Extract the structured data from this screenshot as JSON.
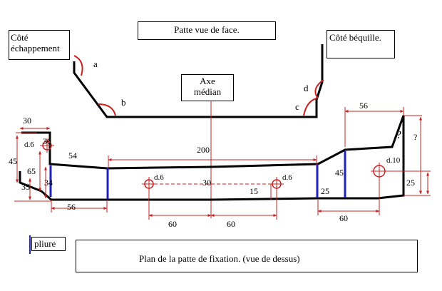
{
  "title_boxes": {
    "front_view": "Patte vue de face.",
    "exhaust_side_line1": "Côté",
    "exhaust_side_line2": "échappement",
    "stand_side": "Côté béquille.",
    "median_axis_line1": "Axe",
    "median_axis_line2": "médian",
    "fold_legend": "pliure",
    "top_view_plan": "Plan de la patte de fixation. (vue de dessus)"
  },
  "angle_labels": {
    "a": "a",
    "b": "b",
    "c": "c",
    "d": "d"
  },
  "dimensions": {
    "d30_top_left": "30",
    "d30_left_upper": "30",
    "d6_left": "d.6",
    "d45_left": "45",
    "d65": "65",
    "d34": "34",
    "d35": "35",
    "d54": "54",
    "d56_bottom_left": "56",
    "d200": "200",
    "d6_center_left": "d.6",
    "d30_center": "30",
    "d6_center_right": "d.6",
    "d15": "15",
    "d60_left": "60",
    "d60_center": "60",
    "d56_top_right": "56",
    "question_mark_inner": "?",
    "question_mark_outer": "?",
    "d10": "d.10",
    "d45_right": "45",
    "d25_right_inner": "25",
    "d25_right_outer": "25",
    "d60_right": "60"
  },
  "colors": {
    "outline": "#000000",
    "dimension_red": "#cc2020",
    "fold_blue": "#2020bb"
  }
}
